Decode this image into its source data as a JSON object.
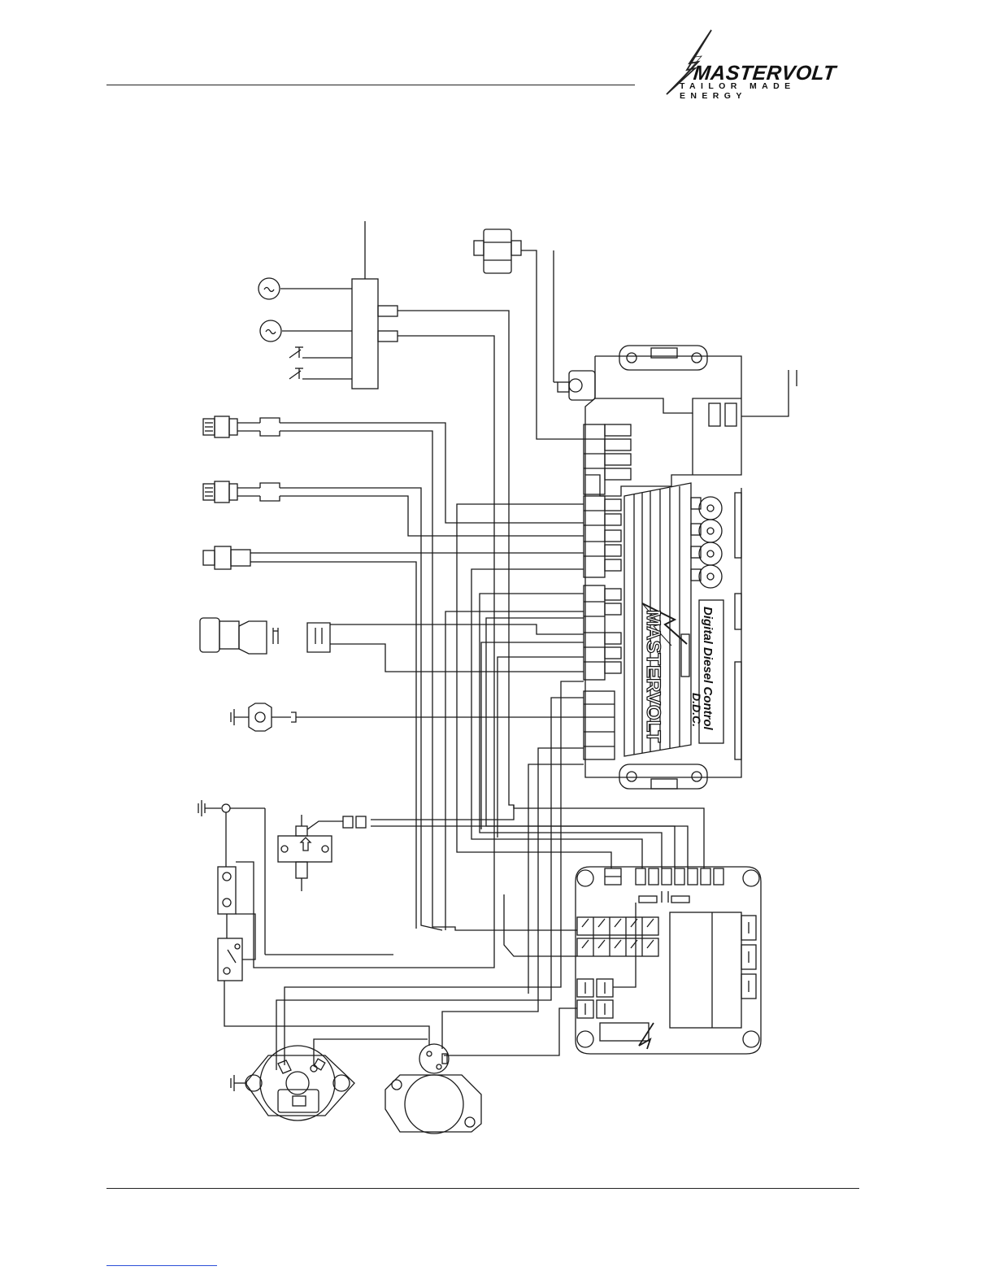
{
  "header": {
    "logo": {
      "wordmark": "MASTERVOLT",
      "tagline": "TAILOR MADE ENERGY"
    }
  },
  "diagram": {
    "controller_label": {
      "line1": "Digital Diesel Control",
      "line2": "D.D.C.",
      "brand": "MASTERVOLT"
    },
    "colors": {
      "line": "#1a1a1a",
      "background": "#ffffff",
      "link": "#2b4fd8"
    }
  }
}
